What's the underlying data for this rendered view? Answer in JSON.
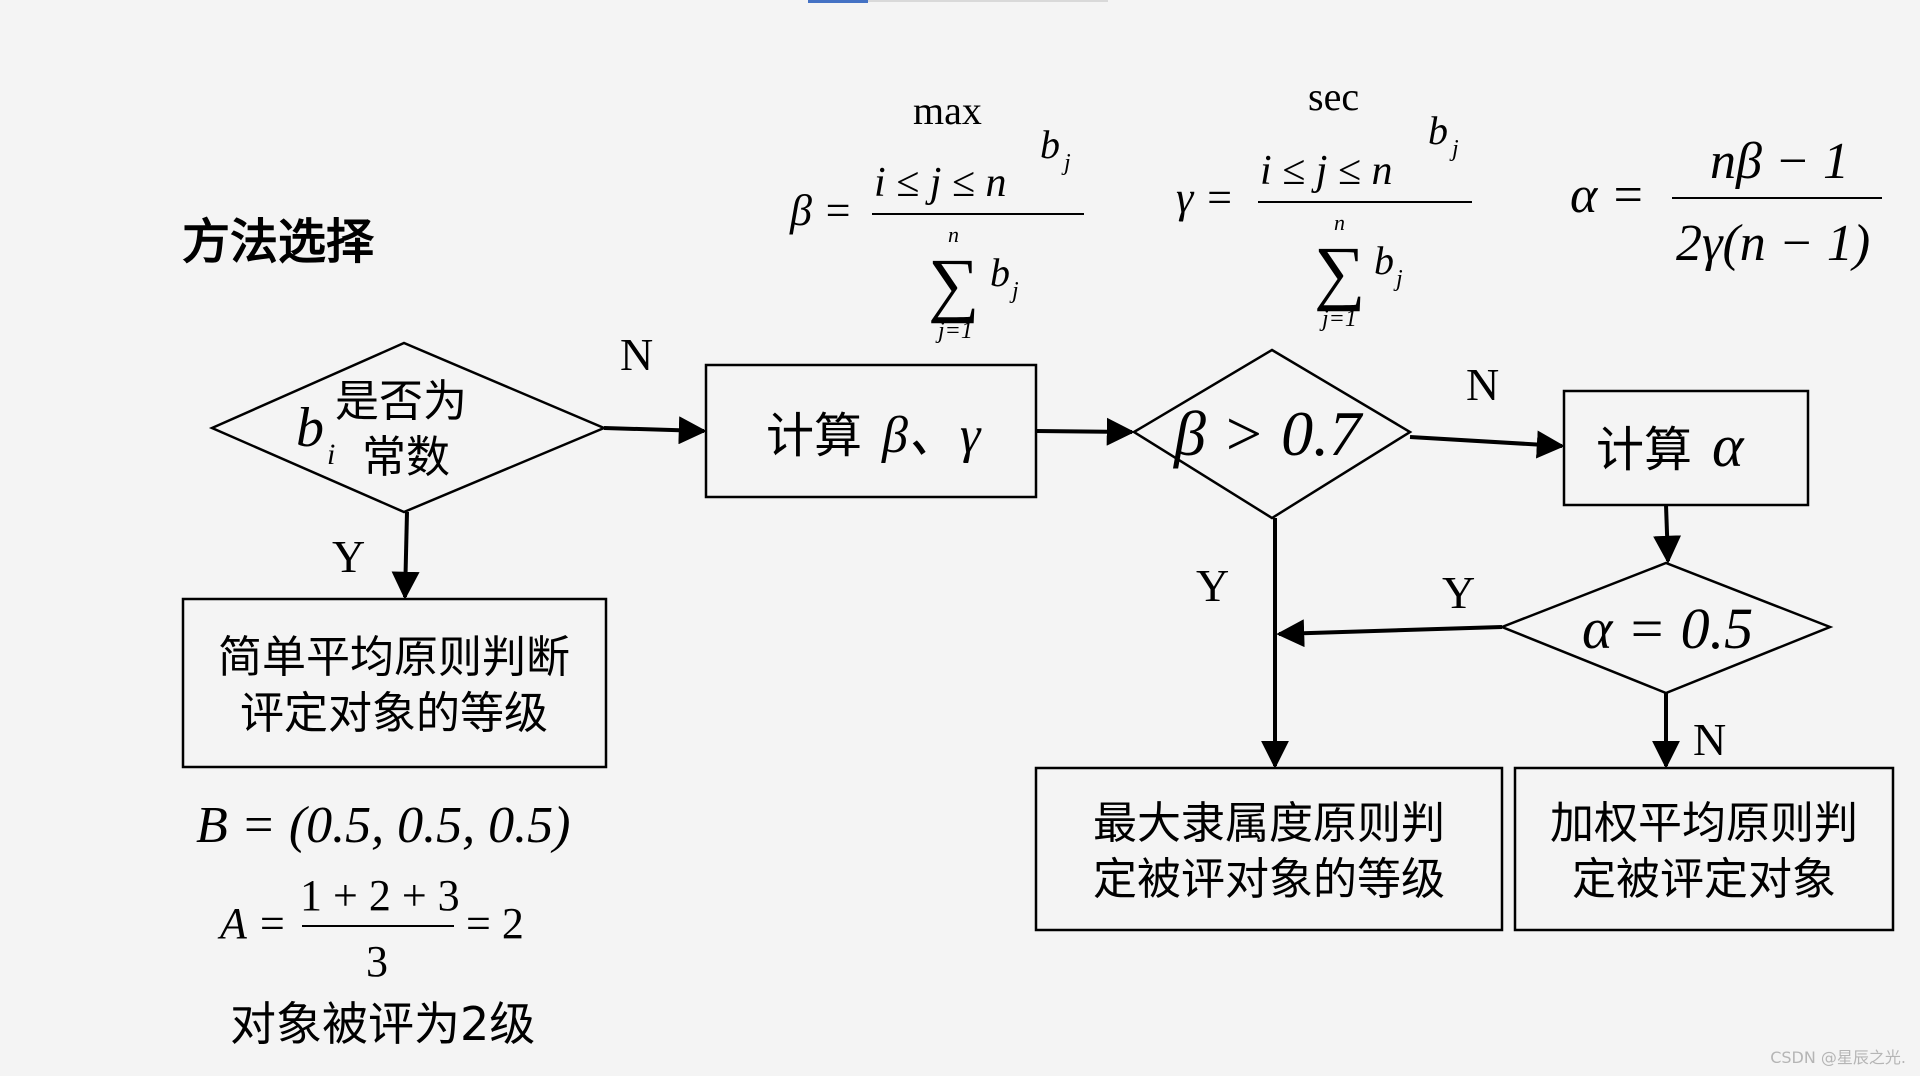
{
  "title": "方法选择",
  "nodes": {
    "d1": {
      "var": "b",
      "sub": "i",
      "line1": "是否为",
      "line2": "常数"
    },
    "calc_beta_gamma": {
      "label": "计算",
      "vars": "β、γ"
    },
    "d2": {
      "cond": "β > 0.7"
    },
    "calc_alpha": {
      "label": "计算",
      "var": "α"
    },
    "d3": {
      "cond": "α = 0.5"
    },
    "box_simple": {
      "line1": "简单平均原则判断",
      "line2": "评定对象的等级"
    },
    "box_max": {
      "line1": "最大隶属度原则判",
      "line2": "定被评对象的等级"
    },
    "box_weighted": {
      "line1": "加权平均原则判",
      "line2": "定被评定对象"
    }
  },
  "edges": {
    "d1_N": "N",
    "d1_Y": "Y",
    "d2_N": "N",
    "d2_Y": "Y",
    "d3_Y": "Y",
    "d3_N": "N"
  },
  "formulas": {
    "beta": {
      "lhs": "β =",
      "over": "max",
      "num": "i ≤ j ≤ n",
      "num_var": "b",
      "num_sub": "j",
      "sum_top": "n",
      "sum_sym": "∑",
      "sum_var": "b",
      "sum_sub": "j",
      "sum_bottom": "j=1"
    },
    "gamma": {
      "lhs": "γ =",
      "over": "sec",
      "num": "i ≤ j ≤ n",
      "num_var": "b",
      "num_sub": "j",
      "sum_top": "n",
      "sum_sym": "∑",
      "sum_var": "b",
      "sum_sub": "j",
      "sum_bottom": "j=1"
    },
    "alpha": {
      "lhs": "α =",
      "num": "nβ − 1",
      "den": "2γ(n − 1)"
    }
  },
  "example": {
    "B": "B = (0.5, 0.5, 0.5)",
    "A_lhs": "A =",
    "A_num": "1 + 2 + 3",
    "A_den": "3",
    "A_rhs": "= 2",
    "result": "对象被评为2级"
  },
  "watermark": "CSDN @星辰之光.",
  "colors": {
    "line": "#000000",
    "box_fill": "#f4f4f4",
    "background": "#f4f4f4"
  }
}
